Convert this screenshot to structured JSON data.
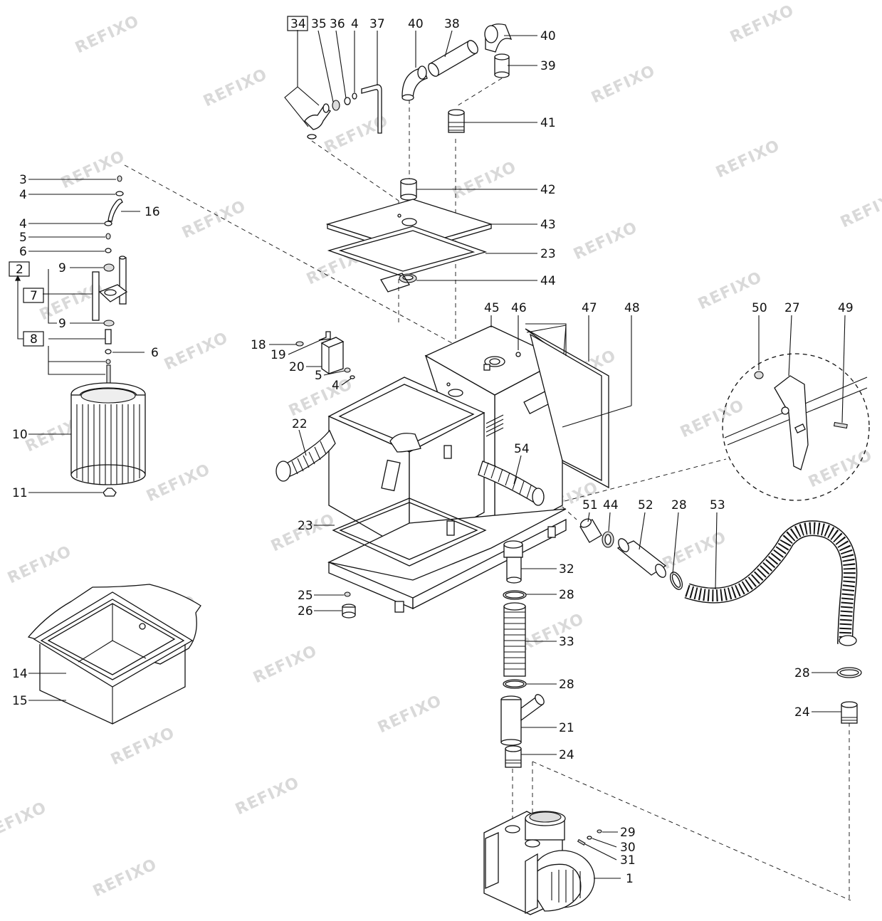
{
  "watermark": "REFIXO",
  "labels": {
    "l34": "34",
    "l35": "35",
    "l36": "36",
    "l4a": "4",
    "l37": "37",
    "l40a": "40",
    "l38": "38",
    "l40b": "40",
    "l39": "39",
    "l41": "41",
    "l42": "42",
    "l43": "43",
    "l23a": "23",
    "l44a": "44",
    "l3": "3",
    "l4b": "4",
    "l16": "16",
    "l4c": "4",
    "l5a": "5",
    "l6a": "6",
    "l2": "2",
    "l9a": "9",
    "l7": "7",
    "l9b": "9",
    "l8": "8",
    "l6b": "6",
    "l10": "10",
    "l11": "11",
    "l18": "18",
    "l19": "19",
    "l20": "20",
    "l5b": "5",
    "l4d": "4",
    "l45": "45",
    "l46": "46",
    "l47": "47",
    "l48": "48",
    "l50": "50",
    "l27": "27",
    "l49": "49",
    "l22": "22",
    "l54": "54",
    "l51": "51",
    "l44b": "44",
    "l52": "52",
    "l28a": "28",
    "l53": "53",
    "l23b": "23",
    "l32": "32",
    "l28b": "28",
    "l25": "25",
    "l26": "26",
    "l33": "33",
    "l28c": "28",
    "l14": "14",
    "l15": "15",
    "l21": "21",
    "l24a": "24",
    "l28d": "28",
    "l24b": "24",
    "l29": "29",
    "l30": "30",
    "l31": "31",
    "l1": "1"
  }
}
